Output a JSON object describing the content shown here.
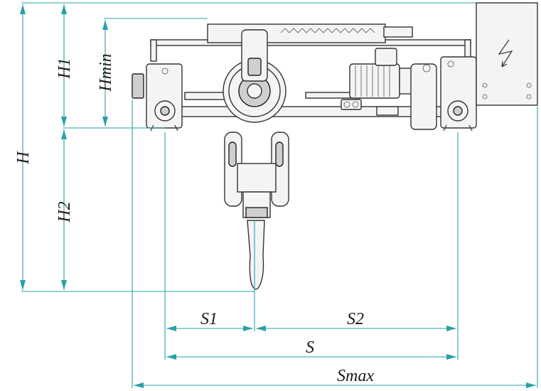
{
  "dimensions": {
    "h": "H",
    "h1": "H1",
    "h2": "H2",
    "hmin": "Hmin",
    "s": "S",
    "s1": "S1",
    "s2": "S2",
    "smax": "Smax"
  },
  "colors": {
    "dimension_line": "#2aa0a8",
    "outline": "#333333",
    "background": "#ffffff"
  },
  "icons": {
    "electric_box": "lightning-bolt-icon"
  }
}
